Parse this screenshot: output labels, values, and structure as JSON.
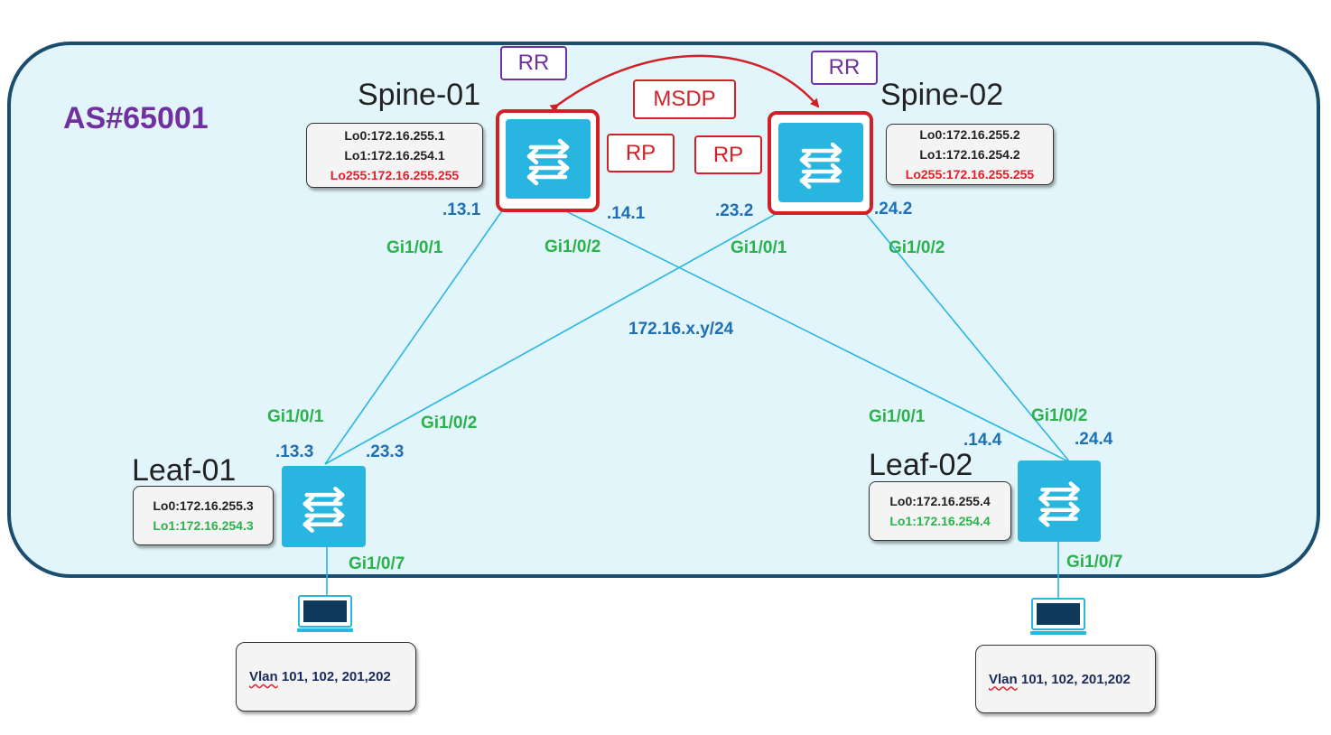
{
  "as_label": "AS#65001",
  "colors": {
    "region_fill": "#e1f5fb",
    "region_border": "#1a4d6e",
    "switch": "#28b5e0",
    "link": "#29b6e0",
    "rp_msdp": "#d32027",
    "rr": "#7030a0",
    "ip_text": "#1f6fb5",
    "port_text": "#2bb24c"
  },
  "subnet_label": "172.16.x.y/24",
  "msdp_label": "MSDP",
  "spines": [
    {
      "name": "Spine-01",
      "rr": "RR",
      "rp": "RP",
      "lo0": "Lo0:172.16.255.1",
      "lo1": "Lo1:172.16.254.1",
      "lo255": "Lo255:172.16.255.255",
      "ip_a": ".13.1",
      "ip_b": ".14.1",
      "port_a": "Gi1/0/1",
      "port_b": "Gi1/0/2",
      "icon": "switch-icon"
    },
    {
      "name": "Spine-02",
      "rr": "RR",
      "rp": "RP",
      "lo0": "Lo0:172.16.255.2",
      "lo1": "Lo1:172.16.254.2",
      "lo255": "Lo255:172.16.255.255",
      "ip_a": ".23.2",
      "ip_b": ".24.2",
      "port_a": "Gi1/0/1",
      "port_b": "Gi1/0/2",
      "icon": "switch-icon"
    }
  ],
  "leaves": [
    {
      "name": "Leaf-01",
      "lo0": "Lo0:172.16.255.3",
      "lo1": "Lo1:172.16.254.3",
      "ip_a": ".13.3",
      "ip_b": ".23.3",
      "port_a": "Gi1/0/1",
      "port_b": "Gi1/0/2",
      "port_host": "Gi1/0/7",
      "vlan_word": "Vlan",
      "vlan_rest": " 101, 102, 201,202",
      "icon": "switch-icon",
      "host_icon": "laptop-icon"
    },
    {
      "name": "Leaf-02",
      "lo0": "Lo0:172.16.255.4",
      "lo1": "Lo1:172.16.254.4",
      "ip_a": ".14.4",
      "ip_b": ".24.4",
      "port_a": "Gi1/0/1",
      "port_b": "Gi1/0/2",
      "port_host": "Gi1/0/7",
      "vlan_word": "Vlan",
      "vlan_rest": " 101, 102, 201,202",
      "icon": "switch-icon",
      "host_icon": "laptop-icon"
    }
  ]
}
